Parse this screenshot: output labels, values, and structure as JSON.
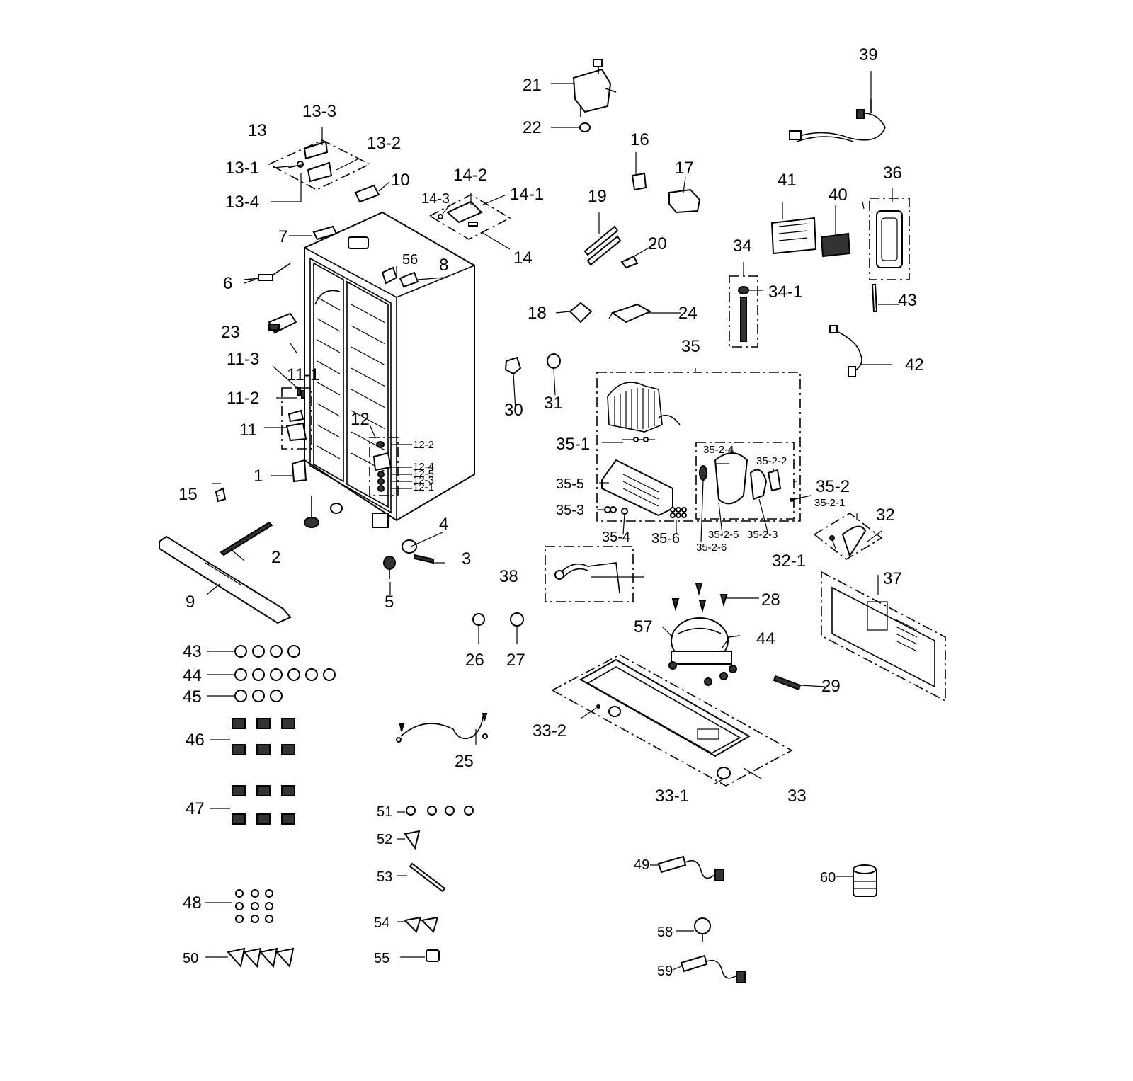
{
  "callouts": {
    "c1": "1",
    "c2": "2",
    "c3": "3",
    "c4": "4",
    "c5": "5",
    "c6": "6",
    "c7": "7",
    "c8": "8",
    "c9": "9",
    "c10": "10",
    "c11": "11",
    "c11_1": "11-1",
    "c11_2": "11-2",
    "c11_3": "11-3",
    "c12": "12",
    "c12_1": "12-1",
    "c12_2": "12-2",
    "c12_3": "12-3",
    "c12_4": "12-4",
    "c12_5": "12-5",
    "c13": "13",
    "c13_1": "13-1",
    "c13_2": "13-2",
    "c13_3": "13-3",
    "c13_4": "13-4",
    "c14": "14",
    "c14_1": "14-1",
    "c14_2": "14-2",
    "c14_3": "14-3",
    "c15": "15",
    "c16": "16",
    "c17": "17",
    "c18": "18",
    "c19": "19",
    "c20": "20",
    "c21": "21",
    "c22": "22",
    "c23": "23",
    "c24": "24",
    "c25": "25",
    "c26": "26",
    "c27": "27",
    "c28": "28",
    "c29": "29",
    "c30": "30",
    "c31": "31",
    "c32": "32",
    "c32_1": "32-1",
    "c33": "33",
    "c33_1": "33-1",
    "c33_2": "33-2",
    "c34": "34",
    "c34_1": "34-1",
    "c35": "35",
    "c35_1": "35-1",
    "c35_2": "35-2",
    "c35_2_1": "35-2-1",
    "c35_2_2": "35-2-2",
    "c35_2_3": "35-2-3",
    "c35_2_4": "35-2-4",
    "c35_2_5": "35-2-5",
    "c35_2_6": "35-2-6",
    "c35_3": "35-3",
    "c35_4": "35-4",
    "c35_5": "35-5",
    "c35_6": "35-6",
    "c36": "36",
    "c37": "37",
    "c38": "38",
    "c39": "39",
    "c40": "40",
    "c41": "41",
    "c42": "42",
    "c43": "43",
    "c43b": "43",
    "c44": "44",
    "c44b": "44",
    "c45": "45",
    "c46": "46",
    "c47": "47",
    "c48": "48",
    "c49": "49",
    "c50": "50",
    "c51": "51",
    "c52": "52",
    "c53": "53",
    "c54": "54",
    "c55": "55",
    "c56": "56",
    "c57": "57",
    "c58": "58",
    "c59": "59",
    "c60": "60"
  }
}
